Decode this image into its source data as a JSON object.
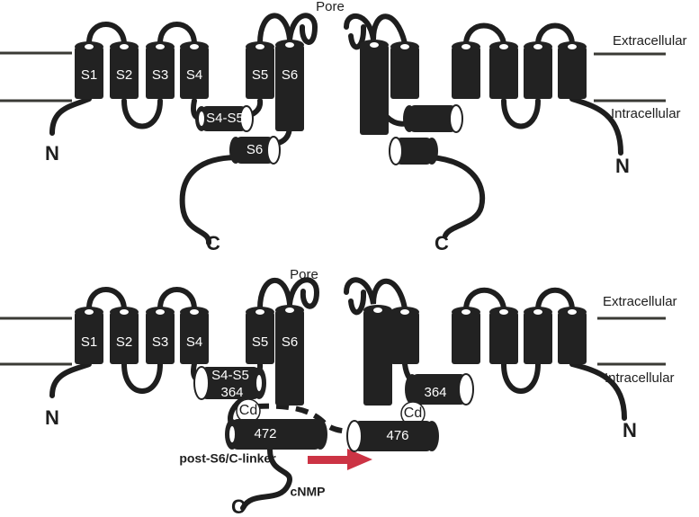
{
  "colors": {
    "ink": "#1e1e1e",
    "fill": "#222222",
    "membrane": "#3a3a35",
    "arrow": "#cc3344",
    "paper": "#ffffff"
  },
  "top_panel": {
    "pore_label": "Pore",
    "extracellular_label": "Extracellular",
    "intracellular_label": "Intracellular",
    "helix_labels": [
      "S1",
      "S2",
      "S3",
      "S4",
      "S5",
      "S6"
    ],
    "linker_label": "S4-S5",
    "s6_label": "S6",
    "n_terminus_left": "N",
    "n_terminus_right": "N",
    "c_terminus_left": "C",
    "c_terminus_right": "C"
  },
  "bottom_panel": {
    "pore_label": "Pore",
    "extracellular_label": "Extracellular",
    "intracellular_label": "Intracellular",
    "helix_labels": [
      "S1",
      "S2",
      "S3",
      "S4",
      "S5",
      "S6"
    ],
    "linker_label": "S4-S5",
    "residue_left_linker": "364",
    "residue_right_linker": "364",
    "cd_left": "Cd",
    "cd_right": "Cd",
    "residue_left_c": "472",
    "residue_right_c": "476",
    "post_s6_label": "post-S6/C-linker",
    "cnmp_label": "cNMP",
    "n_terminus_left": "N",
    "n_terminus_right": "N",
    "c_terminus_left": "C"
  }
}
